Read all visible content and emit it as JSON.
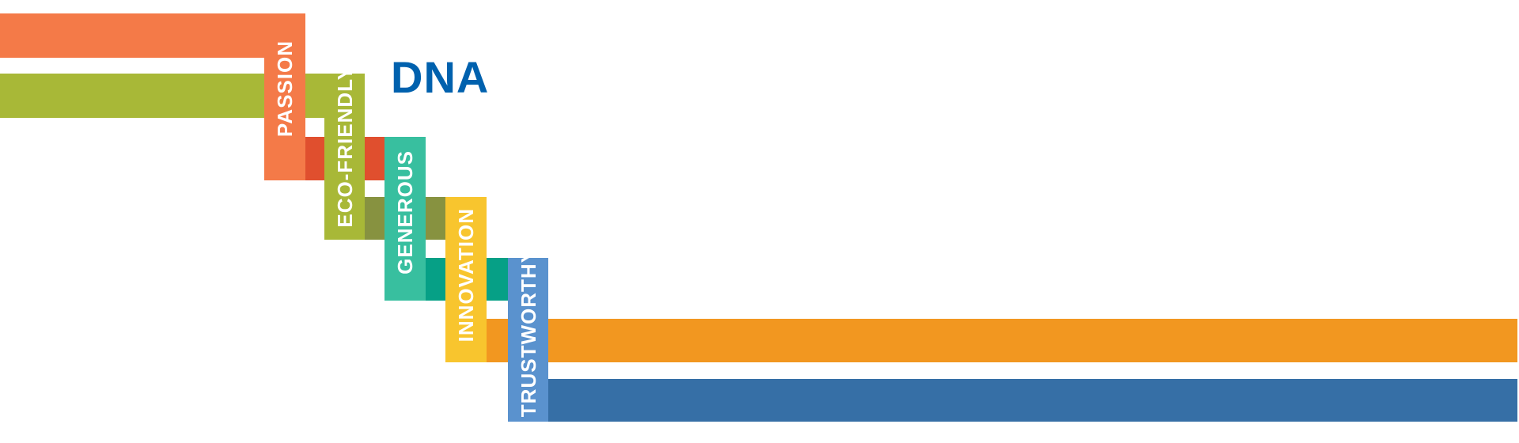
{
  "title": "DNA",
  "values": [
    {
      "label": "PASSION",
      "color": "#f47a48",
      "bar_color": "#f47a48"
    },
    {
      "label": "ECO-FRIENDLY",
      "color": "#a8b837",
      "bar_color": "#a8b837"
    },
    {
      "label": "GENEROUS",
      "color": "#38bf9f",
      "bar_color": "#e04f2e"
    },
    {
      "label": "INNOVATION",
      "color": "#f8c52e",
      "bar_color": "#879240"
    },
    {
      "label": "TRUSTWORTHY",
      "color": "#5a92ce",
      "bar_color": "#06a086"
    }
  ],
  "bottom_bars": {
    "orange": "#f29720",
    "blue": "#366fa6"
  }
}
